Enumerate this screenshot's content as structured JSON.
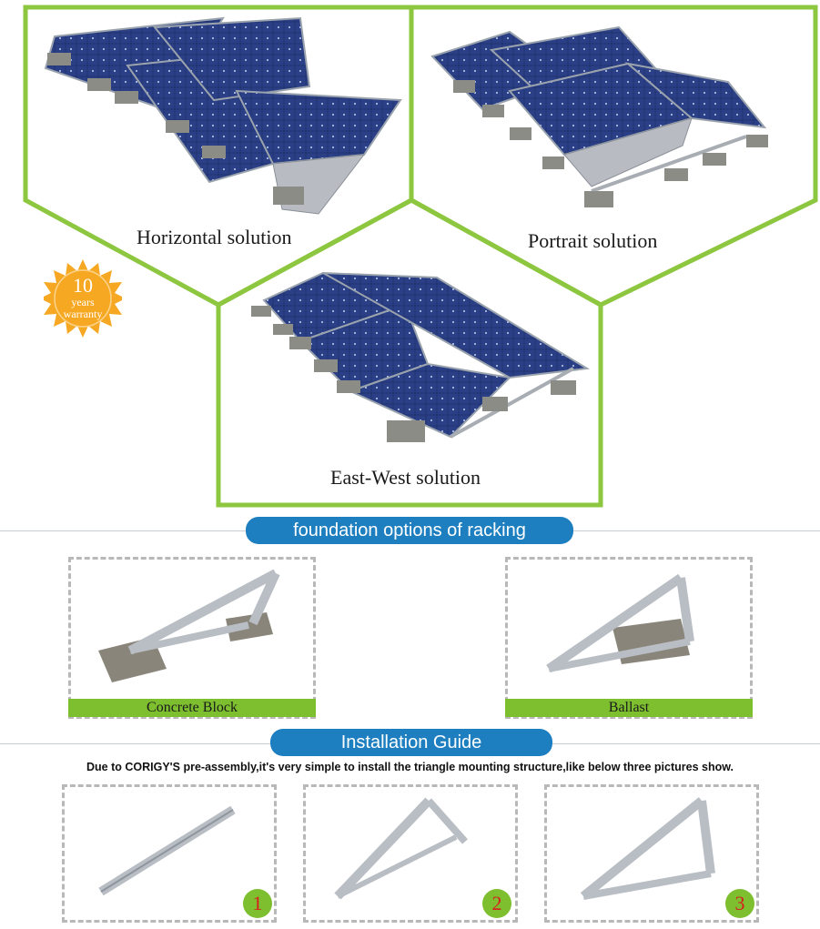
{
  "solutions": {
    "horizontal": "Horizontal solution",
    "portrait": "Portrait solution",
    "east_west": "East-West solution"
  },
  "warranty": {
    "number": "10",
    "unit": "years",
    "word": "warranty"
  },
  "sections": {
    "foundation_title": "foundation options of racking",
    "installation_title": "Installation Guide"
  },
  "foundation_options": [
    "Concrete Block",
    "Ballast"
  ],
  "installation": {
    "description": "Due to CORIGY'S pre-assembly,it's very simple to install the triangle mounting structure,like below three pictures show.",
    "steps": [
      "1",
      "2",
      "3"
    ]
  },
  "colors": {
    "frame_green": "#8dc63f",
    "label_green": "#7dbf2f",
    "pill_blue": "#1e7fc0",
    "badge_orange": "#f7a823",
    "panel_blue": "#1f2f6e",
    "step_number_red": "#d81e1e"
  }
}
